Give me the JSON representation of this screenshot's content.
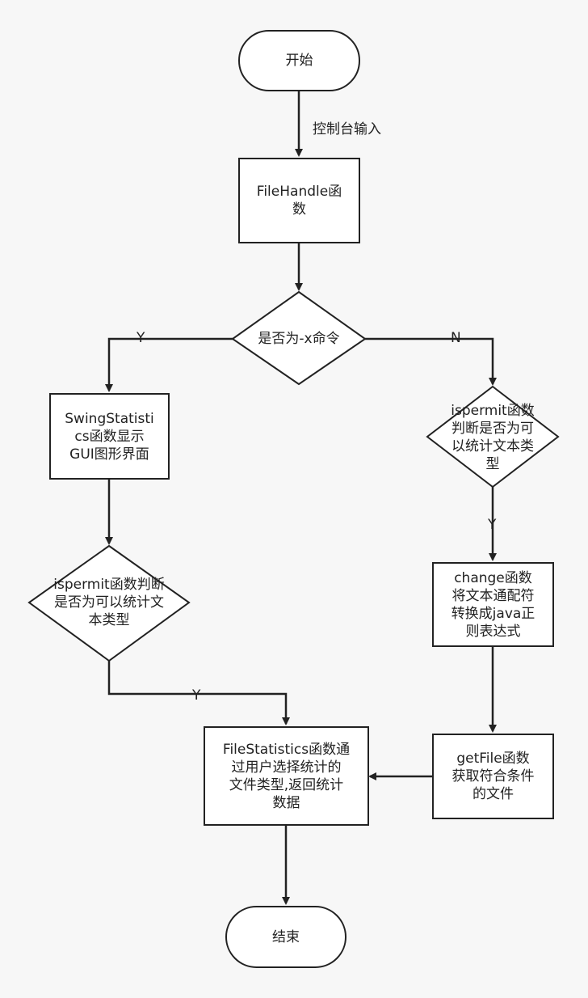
{
  "nodes": {
    "start": "开始",
    "file_handle": "FileHandle函\n数",
    "decision_x": "是否为-x命令",
    "swing": "SwingStatisti\ncs函数显示\nGUI图形界面",
    "ispermit_left": "ispermit函数判断\n是否为可以统计文\n本类型",
    "ispermit_right": "ispermit函数\n判断是否为可\n以统计文本类\n型",
    "change": "change函数\n将文本通配符\n转换成java正\n则表达式",
    "getfile": "getFile函数\n获取符合条件\n的文件",
    "file_statistics": "FileStatistics函数通\n过用户选择统计的\n文件类型,返回统计\n数据",
    "end": "结束"
  },
  "edge_labels": {
    "console_input": "控制台输入",
    "yes_left": "Y",
    "no_right": "N",
    "yes_right": "Y",
    "yes_bottom": "Y"
  }
}
